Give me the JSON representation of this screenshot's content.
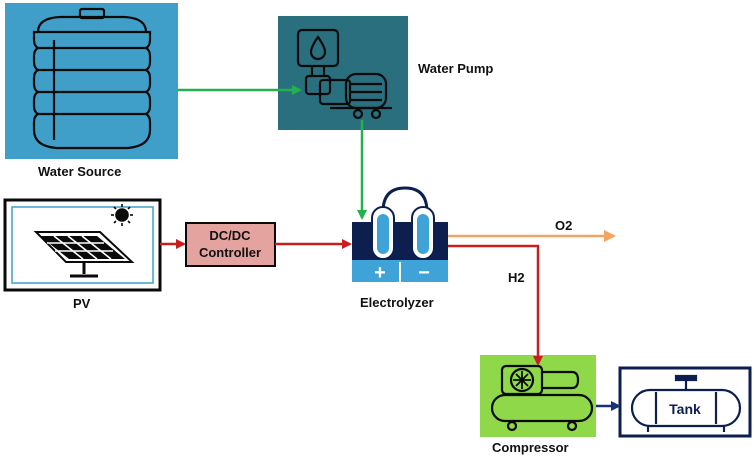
{
  "labels": {
    "water_source": "Water Source",
    "water_pump": "Water Pump",
    "pv": "PV",
    "dcdc_line1": "DC/DC",
    "dcdc_line2": "Controller",
    "electrolyzer": "Electrolyzer",
    "o2": "O2",
    "h2": "H2",
    "compressor": "Compressor",
    "tank": "Tank",
    "plus": "+",
    "minus": "−"
  },
  "colors": {
    "water_source_bg": "#3f9fc8",
    "water_pump_bg": "#2a6f7e",
    "dcdc_bg": "#e4a39f",
    "electrolyzer_dark": "#0d1f4e",
    "electrolyzer_light": "#3fa3d8",
    "compressor_bg": "#8ed84a",
    "tank_stroke": "#0d1f4e",
    "water_flow": "#22b14c",
    "power_flow": "#c81e1e",
    "o2_flow": "#f4a460",
    "h2_flow": "#c81e1e",
    "tank_link": "#1a2f7a"
  }
}
